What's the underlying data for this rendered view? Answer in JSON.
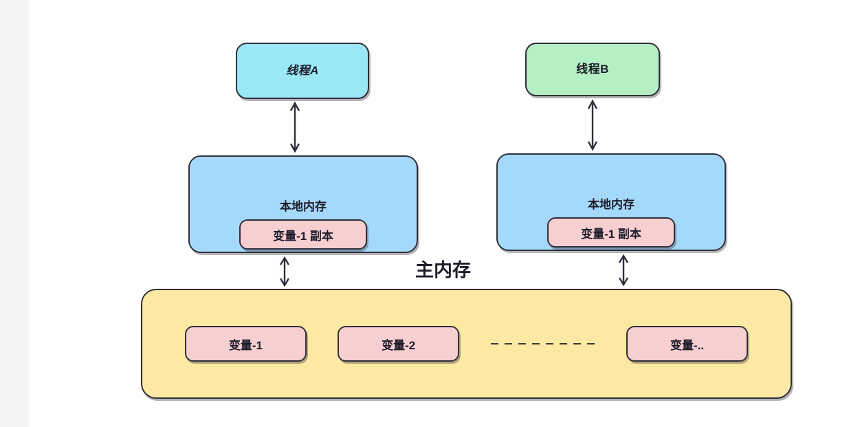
{
  "diagram": {
    "title_main_memory": "主内存",
    "threads": [
      {
        "id": "thread-a",
        "label": "线程A"
      },
      {
        "id": "thread-b",
        "label": "线程B"
      }
    ],
    "local_memories": [
      {
        "id": "local-mem-left",
        "title": "本地内存",
        "variable": "变量-1 副本"
      },
      {
        "id": "local-mem-right",
        "title": "本地内存",
        "variable": "变量-1 副本"
      }
    ],
    "main_memory": {
      "variables": [
        "变量-1",
        "变量-2",
        "变量-.."
      ],
      "ellipsis": "- - - - - - - - -"
    },
    "arrows": [
      {
        "id": "thread-a-to-local-mem",
        "kind": "double-headed-vertical"
      },
      {
        "id": "local-mem-to-main-mem-left",
        "kind": "double-headed-vertical"
      },
      {
        "id": "thread-b-to-local-mem",
        "kind": "double-headed-vertical"
      },
      {
        "id": "local-mem-to-main-mem-right",
        "kind": "double-headed-vertical"
      }
    ],
    "colors": {
      "thread_a": "#9ae8f5",
      "thread_b": "#b5f0c4",
      "local_memory": "#a5d9fb",
      "variable_chip": "#f8cfd0",
      "main_memory": "#fde9a3",
      "stroke": "#2f2f3a",
      "text": "#1d1d2b",
      "gutter": "#f4f4f4"
    }
  }
}
